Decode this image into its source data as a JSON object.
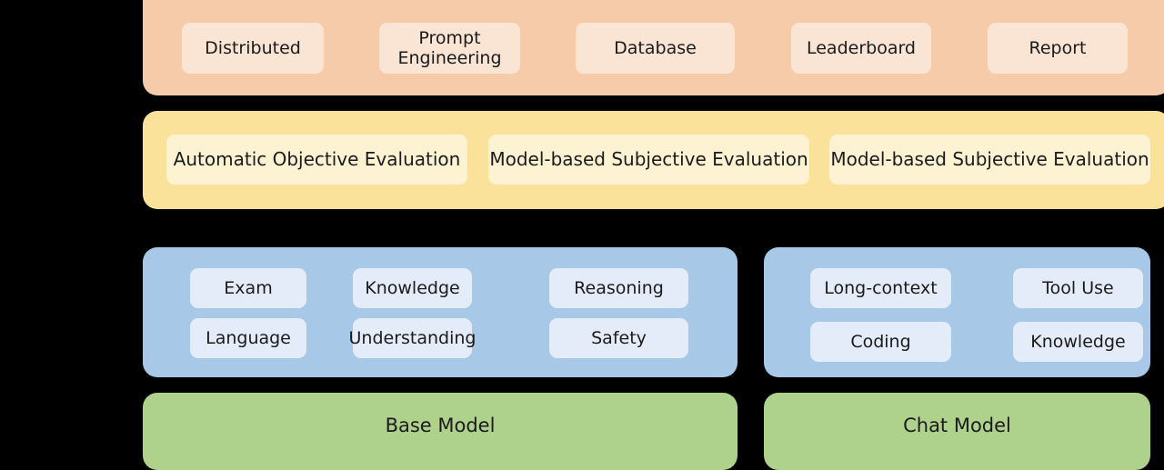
{
  "diagram": {
    "background_color": "#000000",
    "rows": [
      {
        "name": "capabilities",
        "band_color": "#f6cbaa",
        "chip_color": "#fae4d4",
        "chips": [
          {
            "label": "Distributed"
          },
          {
            "label": "Prompt\nEngineering"
          },
          {
            "label": "Database"
          },
          {
            "label": "Leaderboard"
          },
          {
            "label": "Report"
          }
        ]
      },
      {
        "name": "evaluation-methods",
        "band_color": "#fae29a",
        "chip_color": "#fdf3d3",
        "chips": [
          {
            "label": "Automatic Objective Evaluation"
          },
          {
            "label": "Model-based Subjective Evaluation"
          },
          {
            "label": "Model-based Subjective Evaluation"
          }
        ]
      },
      {
        "name": "base-model-dimensions",
        "band_color": "#a8c8e8",
        "chip_color": "#e3ecf8",
        "chips": [
          {
            "label": "Exam"
          },
          {
            "label": "Knowledge"
          },
          {
            "label": "Reasoning"
          },
          {
            "label": "Language"
          },
          {
            "label": "Understanding"
          },
          {
            "label": "Safety"
          }
        ]
      },
      {
        "name": "chat-model-dimensions",
        "band_color": "#a8c8e8",
        "chip_color": "#e3ecf8",
        "chips": [
          {
            "label": "Long-context"
          },
          {
            "label": "Tool Use"
          },
          {
            "label": "Coding"
          },
          {
            "label": "Knowledge"
          }
        ]
      },
      {
        "name": "model-layer",
        "band_color": "#aed18c",
        "chips": [
          {
            "label": "Base Model"
          },
          {
            "label": "Chat Model"
          }
        ]
      }
    ]
  }
}
